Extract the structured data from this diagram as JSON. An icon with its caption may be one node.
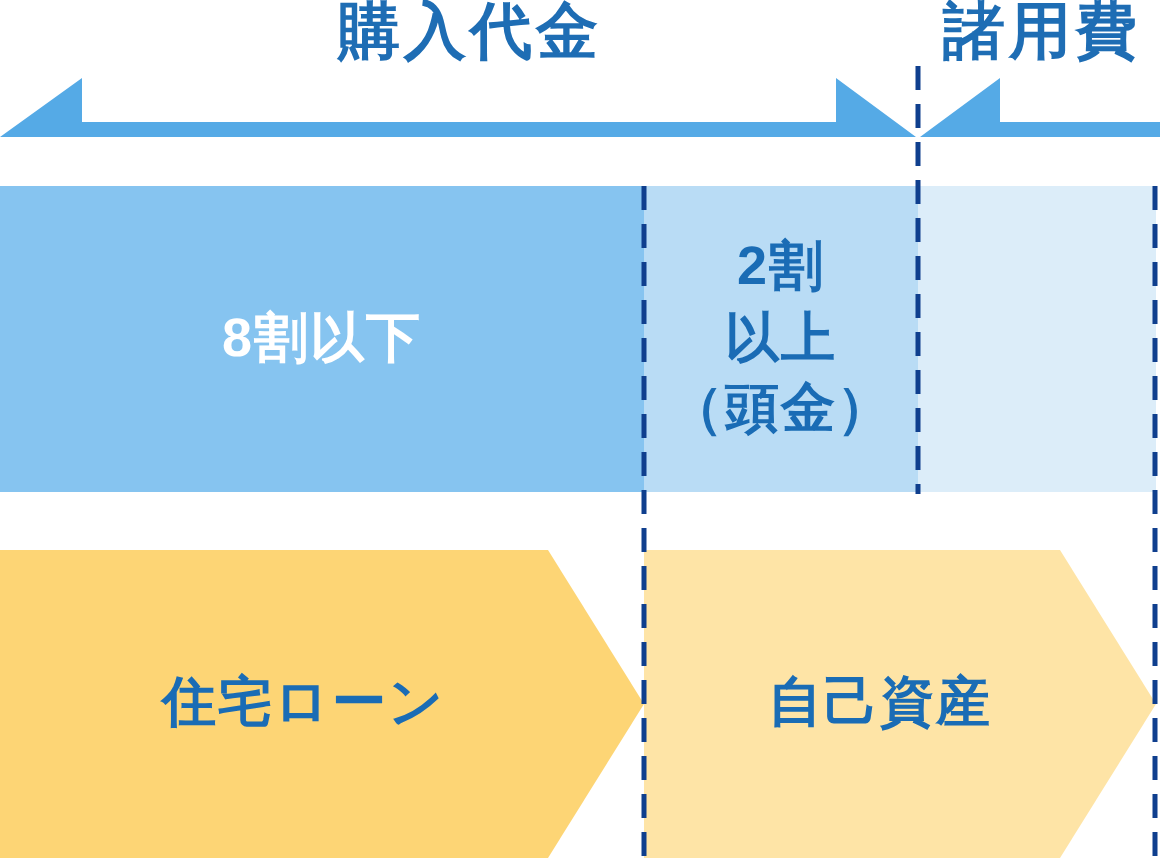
{
  "diagram": {
    "nodes": [
      {
        "text": [],
        "shape": "bracket",
        "beside": [
          "購入代金"
        ]
      },
      {
        "text": [],
        "shape": "bracket",
        "beside": [
          "諸用費"
        ]
      },
      {
        "text": [
          "8割以下"
        ]
      },
      {
        "text": [
          "2割以上",
          "（頭金）"
        ]
      },
      {
        "text": [],
        "shape": "box"
      },
      {
        "text": [
          "住宅ローン"
        ]
      },
      {
        "text": [
          "自己資産"
        ]
      }
    ]
  }
}
